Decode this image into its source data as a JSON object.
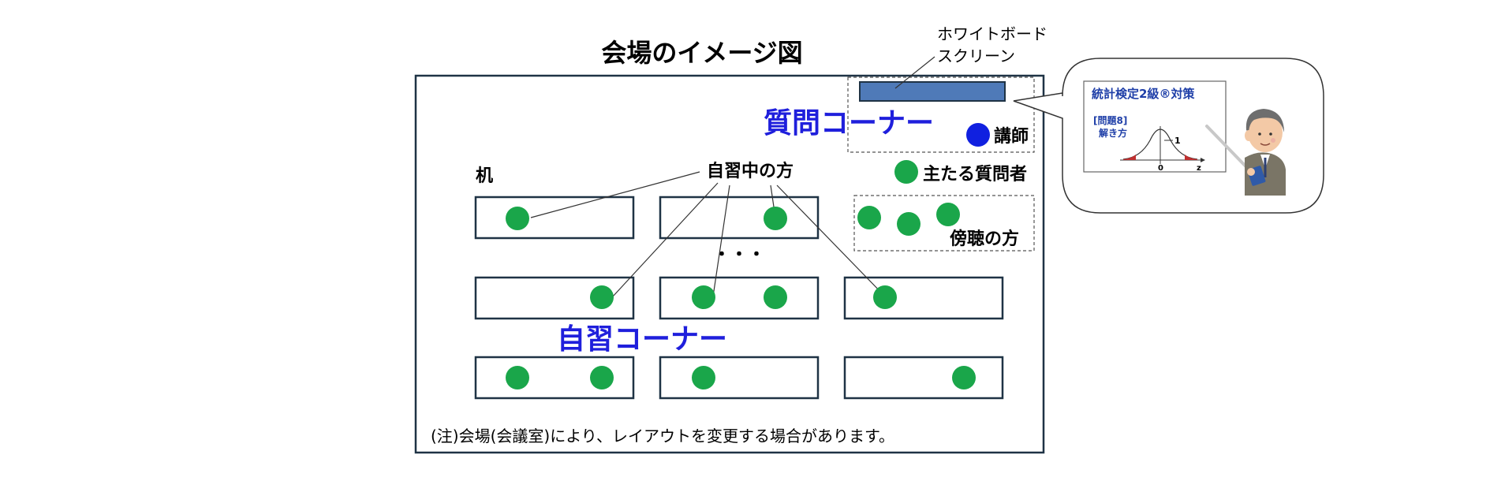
{
  "title": "会場のイメージ図",
  "whiteboard_label": [
    "ホワイトボード",
    "スクリーン"
  ],
  "qa_corner": "質問コーナー",
  "self_study_corner": "自習コーナー",
  "legend": {
    "instructor": "講師",
    "main_questioner": "主たる質問者",
    "auditor": "傍聴の方"
  },
  "desk_label": "机",
  "self_study_label": "自習中の方",
  "ellipsis": "・・・",
  "note": "(注)会場(会議室)により、レイアウトを変更する場合があります。",
  "slide": {
    "title": "統計検定2級®対策",
    "subtitle_line1": "[問題8]",
    "subtitle_line2": "解き方",
    "axis_x": "z",
    "axis_zero": "0",
    "axis_one": "1"
  },
  "colors": {
    "frame": "#1f3345",
    "whiteboard": "#4f7ab8",
    "corner_text": "#1f1fdc",
    "person_green": "#1aa64a",
    "instructor_blue": "#1020e0",
    "slide_title": "#1f3fa8"
  }
}
